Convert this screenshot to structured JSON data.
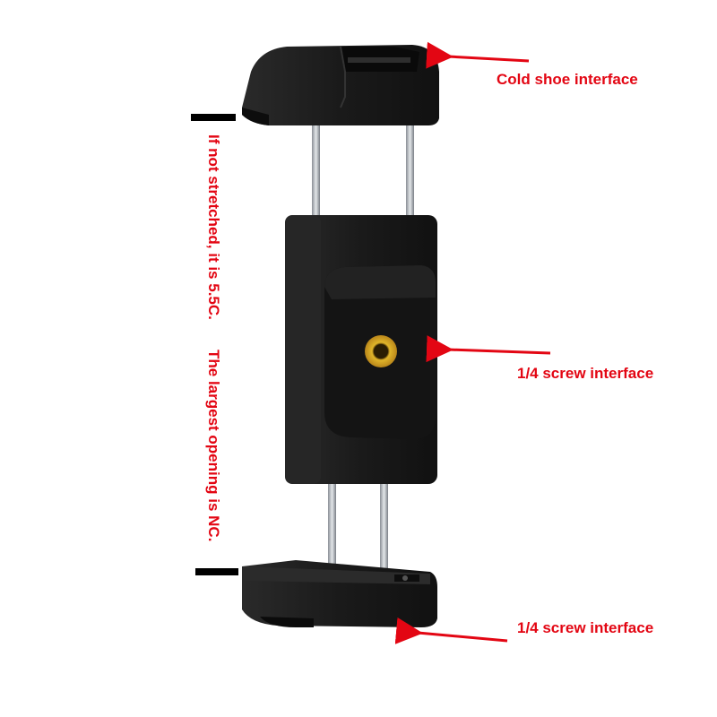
{
  "annotations": {
    "cold_shoe": "Cold shoe interface",
    "screw_middle": "1/4 screw interface",
    "screw_bottom": "1/4 screw interface",
    "vertical_note_1": "If not stretched, it is 5.5C.",
    "vertical_note_2": "The largest opening is NC."
  },
  "colors": {
    "annotation": "#e30613",
    "device_body": "#1c1c1c",
    "screw_insert": "#d9a81a"
  }
}
